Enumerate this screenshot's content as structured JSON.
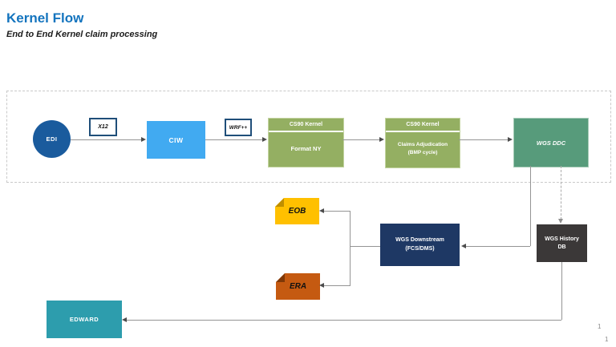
{
  "header": {
    "title": "Kernel Flow",
    "subtitle": "End to End Kernel claim processing"
  },
  "colors": {
    "title_blue": "#1474BE",
    "edi_circle_blue": "#1A5B9D",
    "label_border_blue": "#1F4E79",
    "ciw_blue": "#41AAF1",
    "kernel_green": "#94AF62",
    "ddc_green": "#579B7B",
    "eob_amber": "#FFC000",
    "era_orange": "#C55A11",
    "downstream_navy": "#1E3864",
    "history_gray": "#3B3838",
    "edward_teal": "#2D9DAD",
    "connector_gray": "#949494"
  },
  "nodes": {
    "edi": {
      "label": "EDI"
    },
    "x12": {
      "label": "X12"
    },
    "ciw": {
      "label": "CIW"
    },
    "wrf": {
      "label": "WRF++"
    },
    "cs90_format": {
      "header": "CS90 Kernel",
      "body": "Format NY"
    },
    "cs90_adjudication": {
      "header": "CS90 Kernel",
      "body_line1": "Claims Adjudication",
      "body_line2": "(BMP cycle)"
    },
    "wgs_ddc": {
      "label": "WGS DDC"
    },
    "eob": {
      "label": "EOB"
    },
    "era": {
      "label": "ERA"
    },
    "wgs_downstream": {
      "line1": "WGS Downstream",
      "line2": "(FCS/DMS)"
    },
    "wgs_history_db": {
      "line1": "WGS History",
      "line2": "DB"
    },
    "edward": {
      "label": "EDWARD"
    }
  },
  "page_numbers": {
    "outer": "1",
    "inner": "1"
  }
}
